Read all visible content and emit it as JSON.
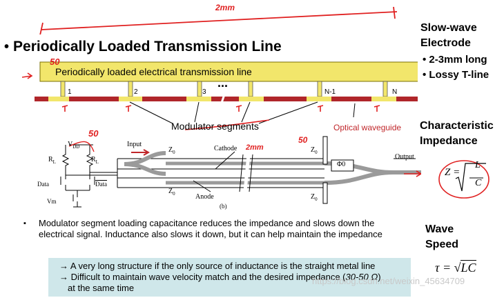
{
  "title": "Periodically Loaded Transmission Line",
  "annotations": {
    "top_length": "2mm",
    "z_value": "50",
    "cathode_length": "2mm"
  },
  "top_diagram": {
    "bar_label": "Periodically loaded electrical transmission line",
    "segment_numbers": [
      "1",
      "2",
      "3",
      "N-1",
      "N"
    ],
    "ellipsis": "...",
    "modulator_label": "Modulator segments",
    "waveguide_label": "Optical waveguide"
  },
  "circuit": {
    "vdd": "V",
    "vdd_sub": "DD",
    "rl": "R",
    "rl_sub": "L",
    "data": "Data",
    "data_bar": "Data",
    "vm": "Vm",
    "input": "Input",
    "output": "Output",
    "cathode": "Cathode",
    "anode": "Anode",
    "z0": "Z",
    "z0_sub": "0",
    "phase": "Φ0",
    "caption": "(b)"
  },
  "side": {
    "slowwave_heading": "Slow-wave Electrode",
    "slowwave_items": [
      "2-3mm long",
      "Lossy T-line"
    ],
    "char_heading": "Characteristic Impedance",
    "formula_z_lhs": "Z",
    "formula_z_num": "L",
    "formula_z_den": "C",
    "wave_heading": "Wave Speed",
    "formula_tau_lhs": "τ",
    "formula_tau_rhs": "LC"
  },
  "body": {
    "bullet": "Modulator segment loading capacitance reduces the impedance and slows down the electrical signal. Inductance also slows it down, but it can help maintain the impedance",
    "box_line1": "→ A very long structure if the only source of inductance is the straight metal line",
    "box_line2_a": "→ Difficult to maintain wave velocity match and the desired impedance (",
    "box_line2_i": "30-50 Ω",
    "box_line2_b": ")",
    "box_line3": "at the same time"
  },
  "watermark": "https://blog.csdn.net/weixin_45634709"
}
